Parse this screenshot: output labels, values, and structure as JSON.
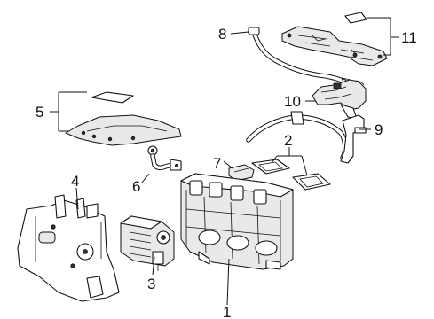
{
  "diagram": {
    "callouts": [
      {
        "id": "1",
        "label": "1"
      },
      {
        "id": "2",
        "label": "2"
      },
      {
        "id": "3",
        "label": "3"
      },
      {
        "id": "4",
        "label": "4"
      },
      {
        "id": "5",
        "label": "5"
      },
      {
        "id": "6",
        "label": "6"
      },
      {
        "id": "7",
        "label": "7"
      },
      {
        "id": "8",
        "label": "8"
      },
      {
        "id": "9",
        "label": "9"
      },
      {
        "id": "10",
        "label": "10"
      },
      {
        "id": "11",
        "label": "11"
      }
    ],
    "colors": {
      "line": "#111111",
      "background": "#ffffff",
      "shade": "#e9e9e9"
    }
  }
}
